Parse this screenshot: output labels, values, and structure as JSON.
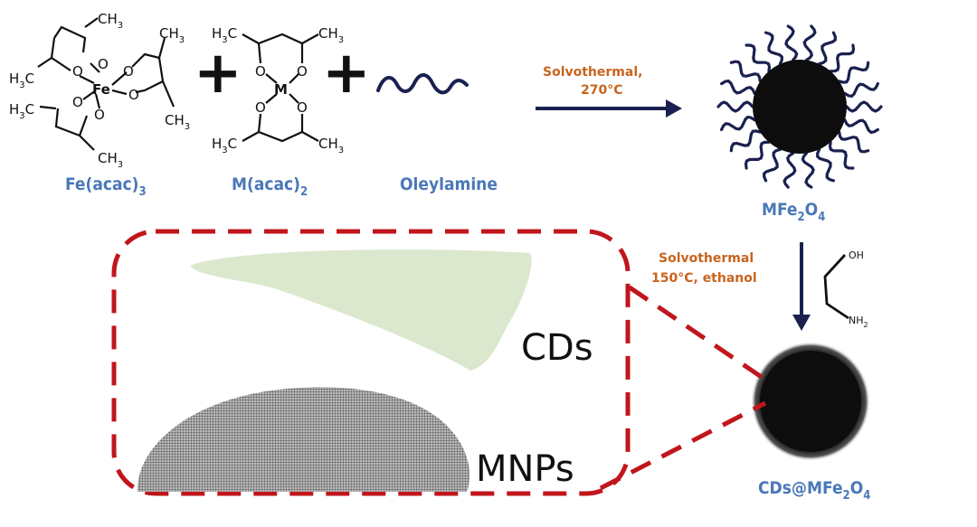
{
  "reagents": {
    "fe_acac3": {
      "caption": "Fe(acac)",
      "caption_sub": "3",
      "metal": "Fe",
      "oxygen": "O",
      "methyl": "CH",
      "methyl_left": "H",
      "methyl_left_tail": "C",
      "methyl_sub": "3"
    },
    "m_acac2": {
      "caption": "M(acac)",
      "caption_sub": "2",
      "metal": "M",
      "oxygen": "O",
      "methyl": "CH",
      "methyl_left": "H",
      "methyl_left_tail": "C",
      "methyl_sub": "3"
    },
    "oleylamine": {
      "caption": "Oleylamine"
    },
    "plus_sign": "+"
  },
  "step1": {
    "condition_line1": "Solvothermal,",
    "condition_line2": "270°C"
  },
  "product1": {
    "label": "MFe",
    "sub1": "2",
    "mid": "O",
    "sub2": "4"
  },
  "step2": {
    "condition_line1": "Solvothermal",
    "condition_line2": "150°C, ethanol",
    "reagent_oh": "OH",
    "reagent_nh": "NH",
    "reagent_nh_sub": "2"
  },
  "product2": {
    "label": "CDs@MFe",
    "sub1": "2",
    "mid": "O",
    "sub2": "4"
  },
  "inset": {
    "cds_label": "CDs",
    "mnps_label": "MNPs"
  },
  "colors": {
    "caption_blue": "#4a78b8",
    "condition_orange": "#c8641e",
    "arrow_navy": "#1a2150",
    "dashed_red": "#c0161c",
    "cds_green": "#dbe8cd",
    "mnp_gray": "#8f8f8f",
    "particle_black": "#0d0d0d"
  }
}
